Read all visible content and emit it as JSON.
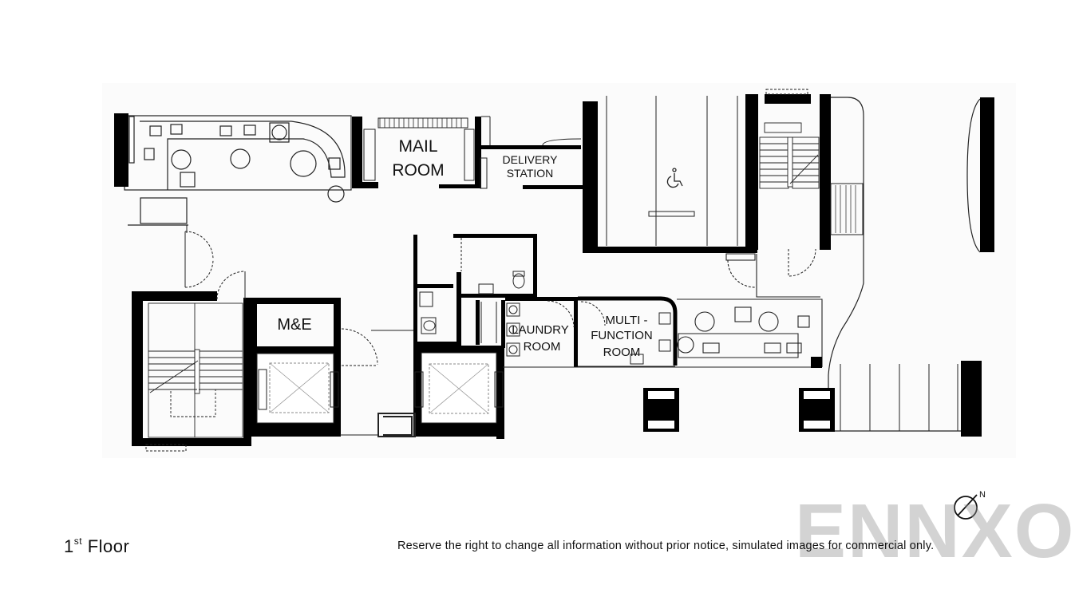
{
  "floor": {
    "number": "1",
    "suffix": "st",
    "word": "Floor"
  },
  "rooms": {
    "mail_1": "MAIL",
    "mail_2": "ROOM",
    "delivery_1": "DELIVERY",
    "delivery_2": "STATION",
    "me": "M&E",
    "laundry_1": "LAUNDRY",
    "laundry_2": "ROOM",
    "multi_1": "MULTI -",
    "multi_2": "FUNCTION",
    "multi_3": "ROOM"
  },
  "disclaimer": "Reserve the right to change all information without prior notice, simulated images for commercial only.",
  "watermark": "ENNXO",
  "compass_letter": "N",
  "colors": {
    "wall": "#000000",
    "line": "#222222",
    "floor_tint": "#fbfbfb",
    "watermark": "#9a9a9a"
  },
  "icons": [
    "north-arrow-icon",
    "accessible-parking-icon",
    "elevator-icon",
    "staircase-icon",
    "chair-icon",
    "table-icon"
  ]
}
